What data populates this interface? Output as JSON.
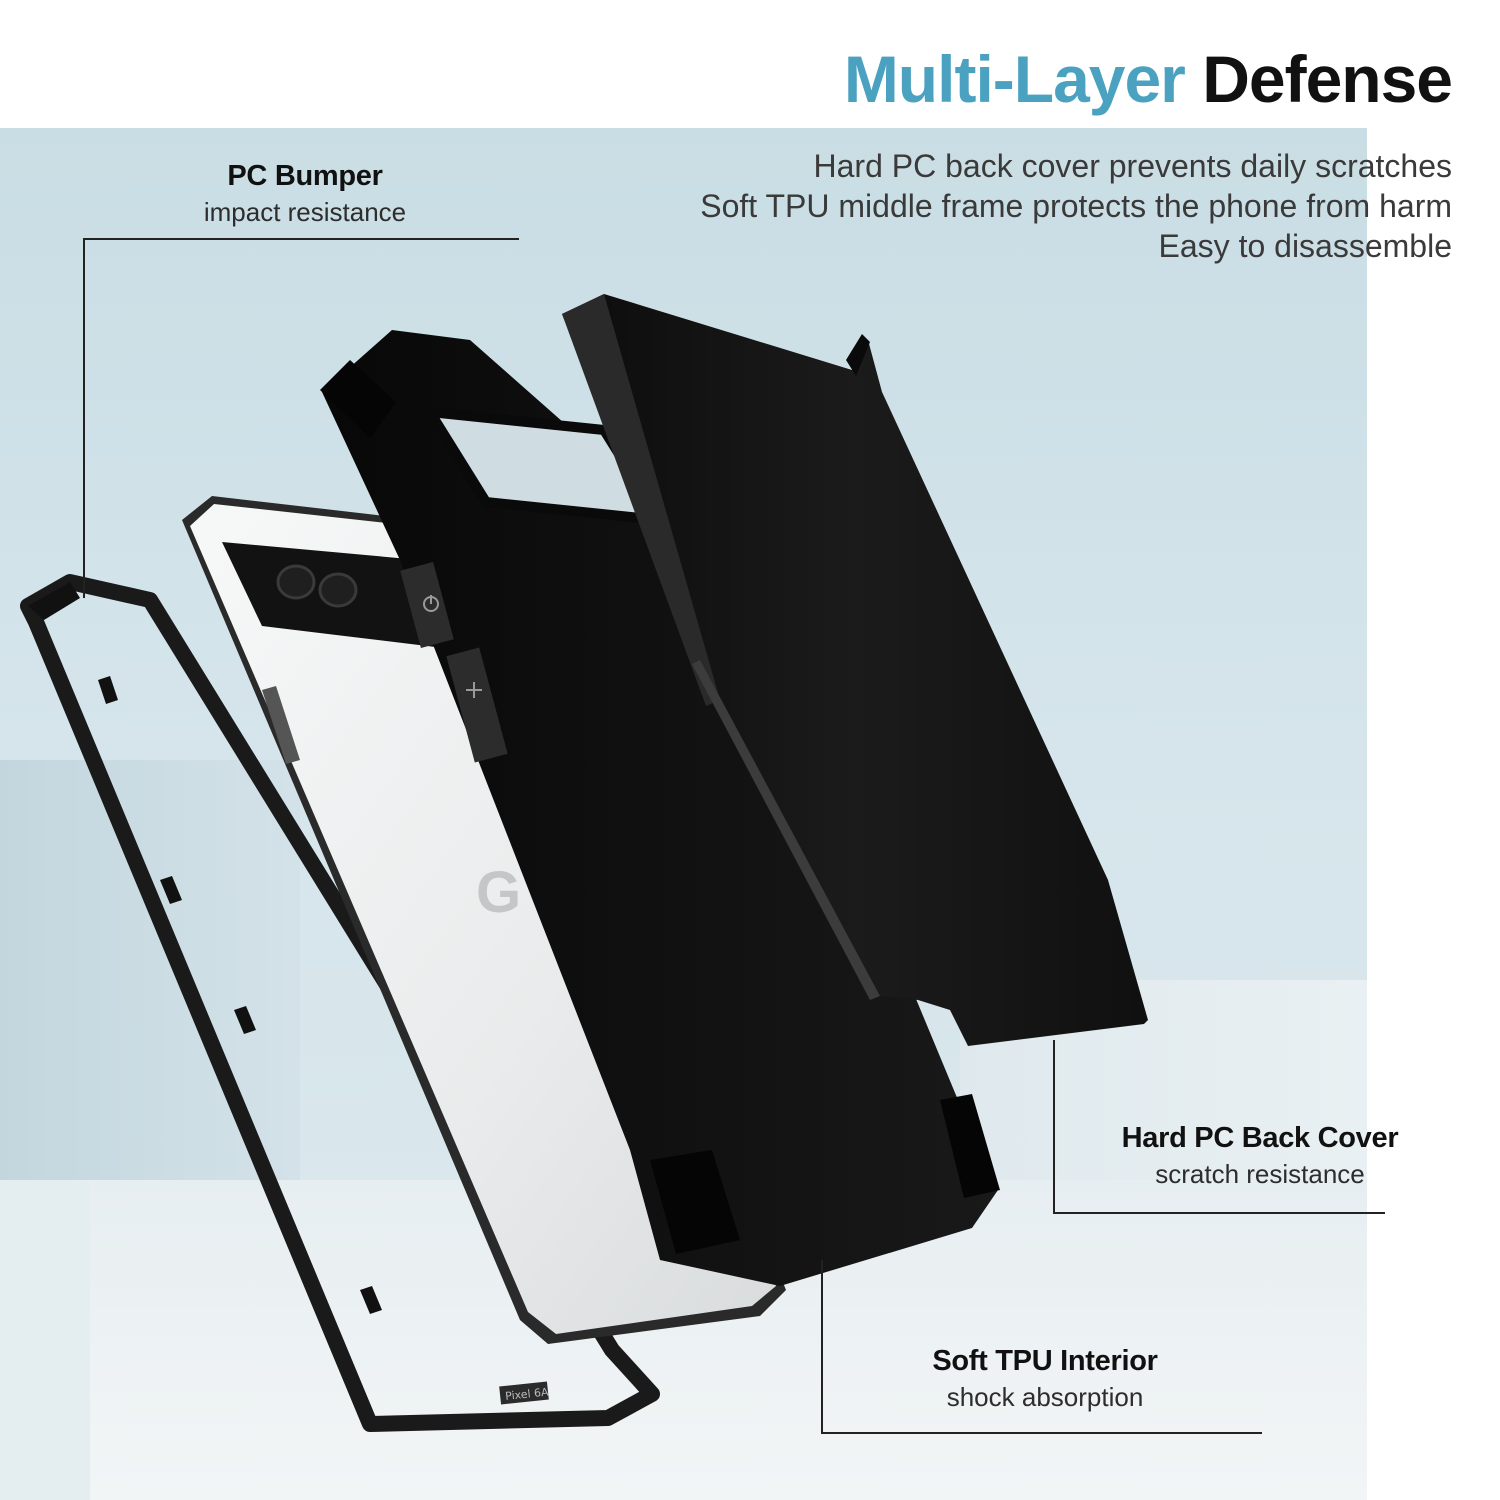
{
  "headline": {
    "accent_text": "Multi-Layer",
    "dark_text": "Defense",
    "accent_color": "#4aa2c0",
    "dark_color": "#111111"
  },
  "features": [
    "Hard PC back cover prevents daily scratches",
    "Soft TPU middle frame protects the phone from harm",
    "Easy to disassemble"
  ],
  "callouts": {
    "pc_bumper": {
      "title": "PC Bumper",
      "desc": "impact resistance"
    },
    "back_cover": {
      "title": "Hard PC Back Cover",
      "desc": "scratch resistance"
    },
    "tpu_interior": {
      "title": "Soft TPU Interior",
      "desc": "shock absorption"
    }
  },
  "product": {
    "phone_logo": "G",
    "frame_imprint": "Pixel 6A",
    "icons": [
      "power-icon",
      "volume-plus-icon"
    ]
  }
}
